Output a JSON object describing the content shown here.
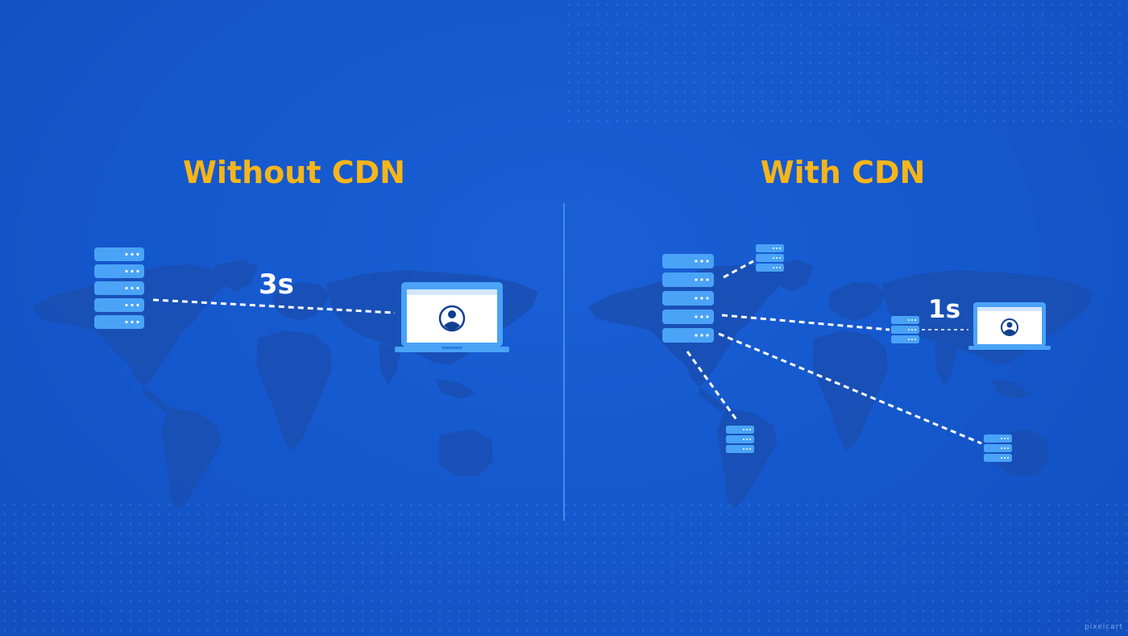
{
  "panels": {
    "left": {
      "title": "Without CDN",
      "latency": "3s"
    },
    "right": {
      "title": "With CDN",
      "latency": "1s"
    }
  },
  "colors": {
    "background": "#1559cf",
    "title": "#f6b519",
    "server": "#4aa3f7",
    "divider": "#3e8ef0",
    "laptop_screen": "#ffffff",
    "map": "#1a4fb3"
  },
  "icons": [
    "origin-server-icon",
    "edge-server-icon",
    "laptop-icon",
    "user-avatar-icon",
    "world-map"
  ],
  "watermark": "pixelcart"
}
